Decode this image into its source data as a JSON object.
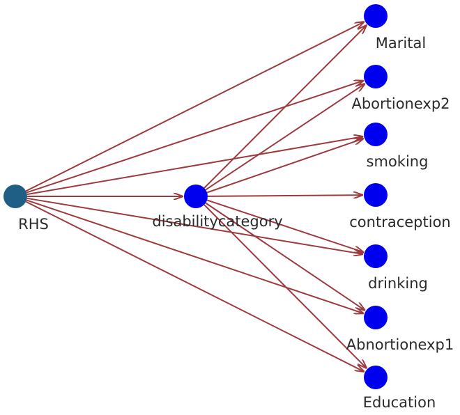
{
  "colors": {
    "edge": "#9e3a3e",
    "node_fill": "#0000ee",
    "root_fill": "#1f5f86",
    "label": "#2a2a2a"
  },
  "nodes": [
    {
      "id": "RHS",
      "label": "RHS"
    },
    {
      "id": "disabilitycategory",
      "label": "disabilitycategory"
    },
    {
      "id": "Marital",
      "label": "Marital"
    },
    {
      "id": "Abortionexp2",
      "label": "Abortionexp2"
    },
    {
      "id": "smoking",
      "label": "smoking"
    },
    {
      "id": "contraception",
      "label": "contraception"
    },
    {
      "id": "drinking",
      "label": "drinking"
    },
    {
      "id": "Abnortionexp1",
      "label": "Abnortionexp1"
    },
    {
      "id": "Education",
      "label": "Education"
    }
  ],
  "edges": [
    {
      "from": "RHS",
      "to": "Marital"
    },
    {
      "from": "RHS",
      "to": "Abortionexp2"
    },
    {
      "from": "RHS",
      "to": "smoking"
    },
    {
      "from": "RHS",
      "to": "disabilitycategory"
    },
    {
      "from": "RHS",
      "to": "drinking"
    },
    {
      "from": "RHS",
      "to": "Abnortionexp1"
    },
    {
      "from": "RHS",
      "to": "Education"
    },
    {
      "from": "disabilitycategory",
      "to": "Marital"
    },
    {
      "from": "disabilitycategory",
      "to": "Abortionexp2"
    },
    {
      "from": "disabilitycategory",
      "to": "smoking"
    },
    {
      "from": "disabilitycategory",
      "to": "contraception"
    },
    {
      "from": "disabilitycategory",
      "to": "drinking"
    },
    {
      "from": "disabilitycategory",
      "to": "Abnortionexp1"
    },
    {
      "from": "disabilitycategory",
      "to": "Education"
    }
  ]
}
